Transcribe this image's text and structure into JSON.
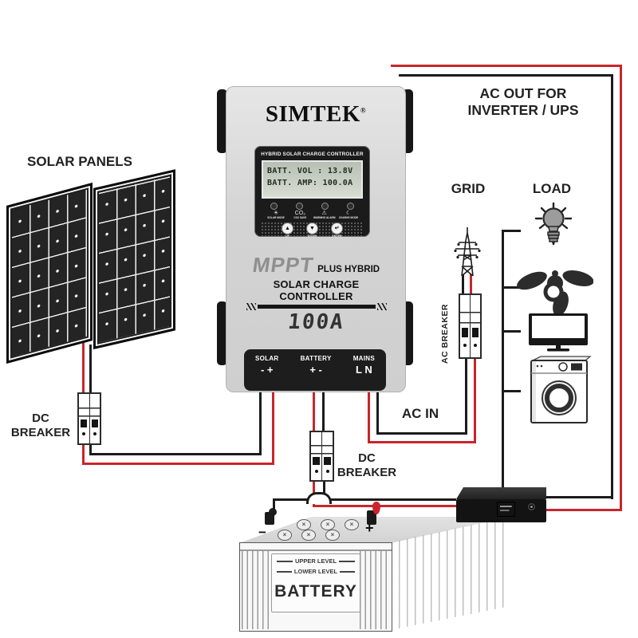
{
  "labels": {
    "solar_panels": "SOLAR PANELS",
    "dc_breaker_line1": "DC",
    "dc_breaker_line2": "BREAKER",
    "ac_breaker": "AC BREAKER",
    "ac_in": "AC IN",
    "ac_out_line1": "AC OUT FOR",
    "ac_out_line2": "INVERTER / UPS",
    "grid": "GRID",
    "load": "LOAD"
  },
  "controller": {
    "brand": "SIMTEK",
    "reg_mark": "®",
    "display_title": "HYBRID SOLAR CHARGE CONTROLLER",
    "lcd_line1": "BATT. VOL : 13.8V",
    "lcd_line2": "BATT. AMP: 100.0A",
    "indicator_icons": [
      "☀",
      "CO₂",
      "⚠",
      "☾"
    ],
    "indicator_labels": [
      "SOLAR MODE",
      "CO2 SAVE",
      "WARNING ALARM",
      "CHARGE MODE"
    ],
    "buttons": [
      {
        "symbol": "▲",
        "label": "UP"
      },
      {
        "symbol": "▼",
        "label": "DOWN"
      },
      {
        "symbol": "↵",
        "label": "ENTER"
      }
    ],
    "series_name": "MPPT",
    "series_suffix": "PLUS HYBRID",
    "series_line2": "SOLAR CHARGE CONTROLLER",
    "rating": "100A",
    "terminals": [
      {
        "name": "SOLAR",
        "polarity": "- +"
      },
      {
        "name": "BATTERY",
        "polarity": "+ -"
      },
      {
        "name": "MAINS",
        "polarity": "L N"
      }
    ]
  },
  "battery": {
    "name": "BATTERY",
    "upper_level": "UPPER LEVEL",
    "lower_level": "LOWER LEVEL",
    "negative_mark": "−",
    "positive_mark": "+",
    "cap_mark": "×"
  },
  "colors": {
    "wire_red": "#c9252b",
    "wire_black": "#1b1b1b",
    "controller_body": "#d6d6d6",
    "display_panel": "#1b1b1b",
    "lcd_screen": "#ccd3c8",
    "inverter_screen_blue": "#4a8fd8",
    "bulb_fill": "#9c9c9c"
  }
}
